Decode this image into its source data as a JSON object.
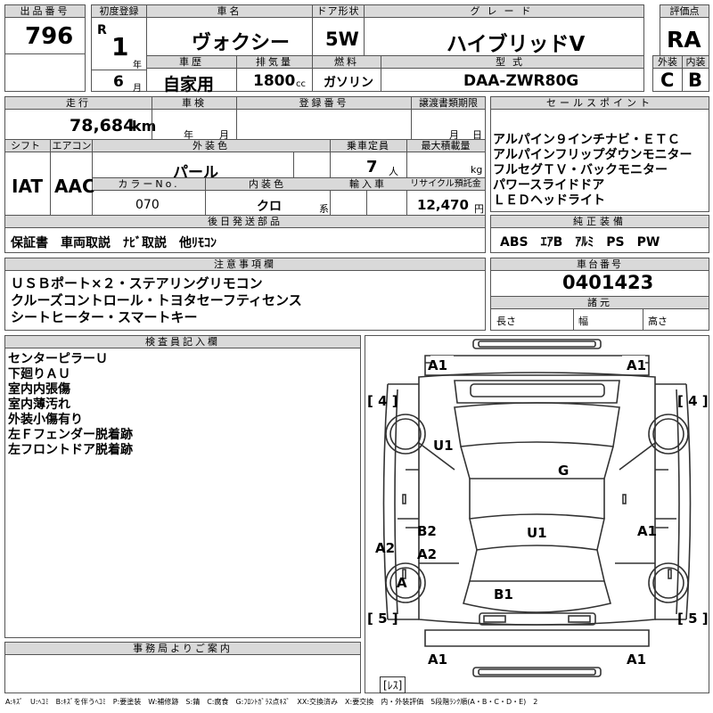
{
  "header": {
    "lot_no_label": "出品番号",
    "lot_no": "796",
    "first_reg_label": "初度登録",
    "era": "R",
    "reg_year": "1",
    "year_unit": "年",
    "reg_month": "6",
    "month_unit": "月",
    "car_name_label": "車名",
    "car_name": "ヴォクシー",
    "door_label": "ドア形状",
    "door": "5W",
    "grade_label": "グレード",
    "grade": "ハイブリッドV",
    "score_label": "評価点",
    "score": "RA",
    "history_label": "車歴",
    "history": "自家用",
    "displacement_label": "排気量",
    "displacement": "1800",
    "cc": "cc",
    "fuel_label": "燃料",
    "fuel": "ガソリン",
    "model_label": "型式",
    "model": "DAA-ZWR80G",
    "ext_label": "外装",
    "ext": "C",
    "int_label": "内装",
    "int": "B"
  },
  "row2": {
    "mileage_label": "走行",
    "mileage": "78,684",
    "km": "km",
    "inspection_label": "車検",
    "year_unit": "年",
    "month_unit": "月",
    "regno_label": "登録番号",
    "transfer_label": "譲渡書類期限",
    "month_unit2": "月",
    "day_unit": "日",
    "sales_label": "セールスポイント",
    "sales_points": [
      "アルパイン９インチナビ・ＥＴＣ",
      "アルパインフリップダウンモニター",
      "フルセグＴＶ・バックモニター",
      "パワースライドドア",
      "ＬＥＤヘッドライト"
    ],
    "shift_label": "シフト",
    "shift": "IAT",
    "ac_label": "エアコン",
    "ac": "AAC",
    "color_label": "外装色",
    "color": "パール",
    "capacity_label": "乗車定員",
    "capacity": "7",
    "person_unit": "人",
    "load_label": "最大積載量",
    "kg": "kg",
    "colorno_label": "カラーNo.",
    "colorno": "070",
    "intcolor_label": "内装色",
    "intcolor": "クロ",
    "kei": "系",
    "import_label": "輸入車",
    "recycle_label": "リサイクル預託金",
    "recycle": "12,470",
    "yen": "円",
    "later_label": "後日発送部品",
    "later": "保証書　車両取説　ﾅﾋﾞ取説　他ﾘﾓｺﾝ",
    "equip_label": "純正装備",
    "equip": "ABS　ｴｱB　ｱﾙﾐ　PS　PW"
  },
  "notes": {
    "label": "注意事項欄",
    "lines": [
      "ＵＳＢポート×２・ステアリングリモコン",
      "クルーズコントロール・トヨタセーフティセンス",
      "シートヒーター・スマートキー"
    ],
    "chassis_label": "車台番号",
    "chassis": "0401423",
    "dims_label": "諸元",
    "length": "長さ",
    "width": "幅",
    "height": "高さ"
  },
  "inspector": {
    "label": "検査員記入欄",
    "lines": [
      "センターピラーＵ",
      "下廻りＡＵ",
      "室内内張傷",
      "室内薄汚れ",
      "外装小傷有り",
      "左Ｆフェンダー脱着跡",
      "左フロントドア脱着跡"
    ]
  },
  "office": {
    "label": "事務局よりご案内"
  },
  "diagram": {
    "marks": [
      "A1",
      "A1",
      "[ 4 ]",
      "[ 4 ]",
      "U1",
      "G",
      "B2",
      "A2",
      "U1",
      "A1",
      "A2",
      "A",
      "B1",
      "[ 5 ]",
      "[ 5 ]",
      "A1",
      "A1",
      "[ﾚｽ]"
    ]
  },
  "legend": "A:ｷｽﾞ　U:ﾍｺﾐ　B:ｷｽﾞを伴うﾍｺﾐ　P:要塗装　W:補修跡　S:錆　C:腐食　G:ﾌﾛﾝﾄｶﾞﾗｽ点ｷｽﾞ　XX:交換済み　X:要交換　内・外装評価　5段階ﾗﾝｸ順(A・B・C・D・E)　2"
}
